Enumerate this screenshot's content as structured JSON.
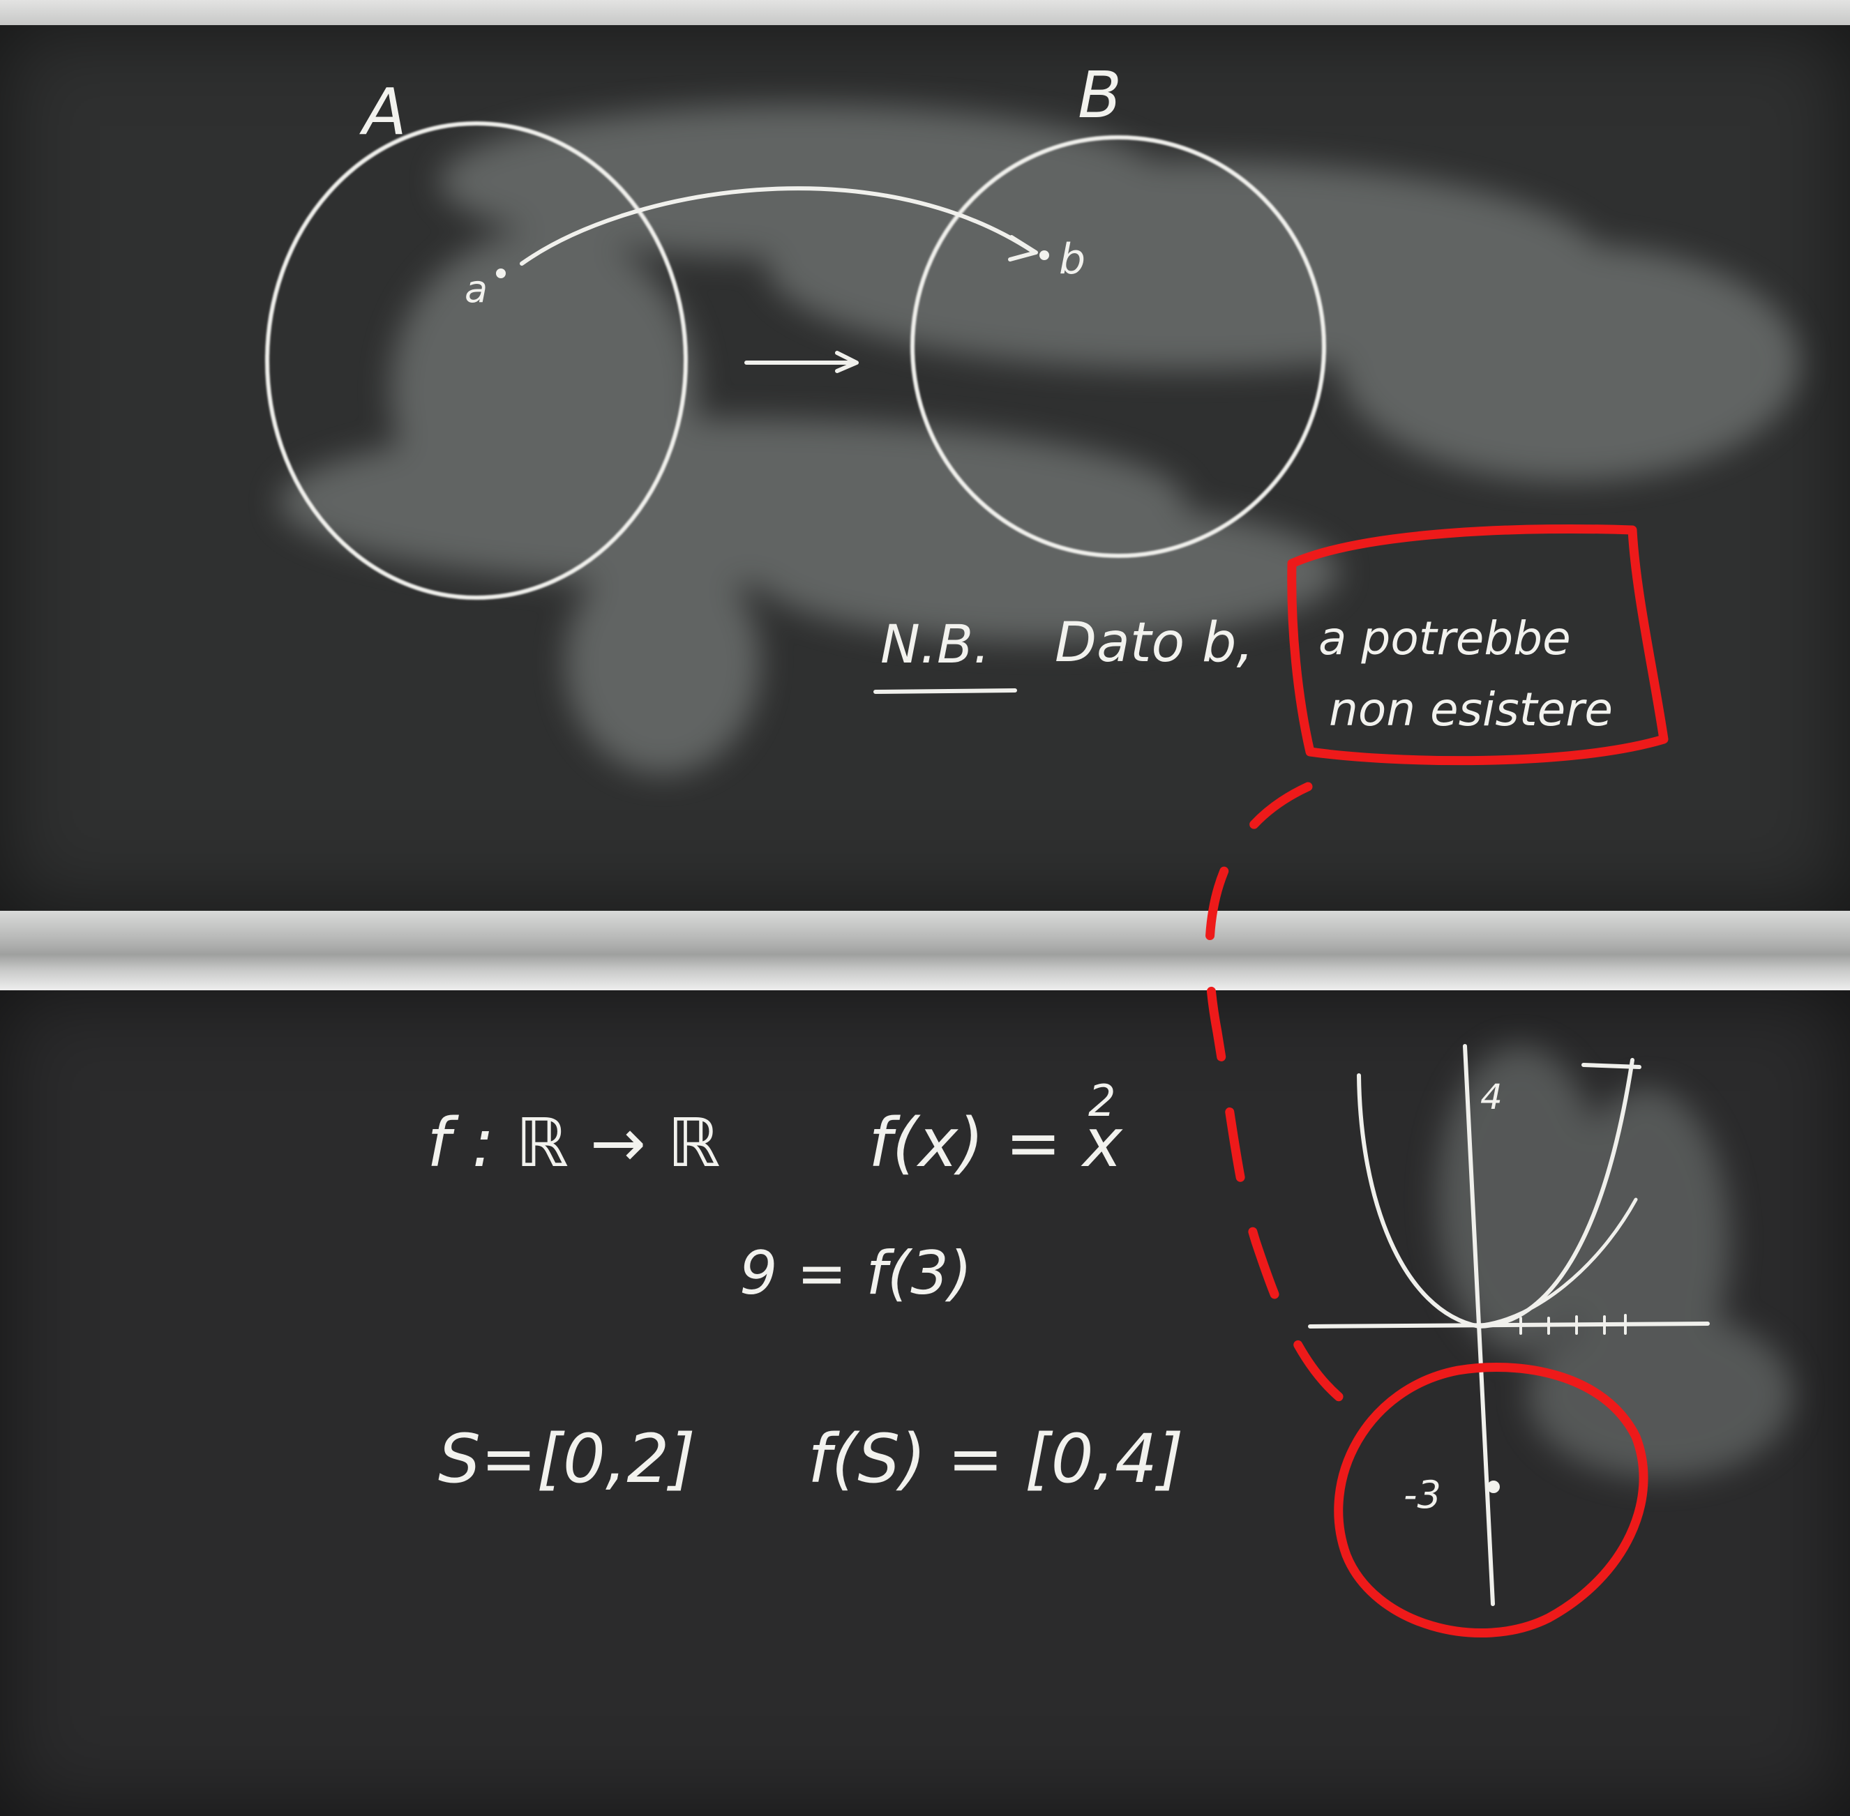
{
  "top_board": {
    "set_a_label": "A",
    "set_b_label": "B",
    "point_a_label": "a",
    "point_b_label": "b",
    "note_prefix": "N.B.",
    "note_text": "Dato b,",
    "boxed_line_1": "a potrebbe",
    "boxed_line_2": "non esistere"
  },
  "bottom_board": {
    "function_def": "f : ℝ → ℝ",
    "function_rule": "f(x) = x",
    "function_exponent": "2",
    "example_value": "9 = f(3)",
    "set_s": "S=[0,2]",
    "image_s": "f(S) = [0,4]",
    "graph_tick_top": "4",
    "graph_tick_bottom": "-3"
  },
  "colors": {
    "board": "#2c2d2e",
    "chalk": "#f2f2ee",
    "annotation": "#ee1a1a"
  }
}
